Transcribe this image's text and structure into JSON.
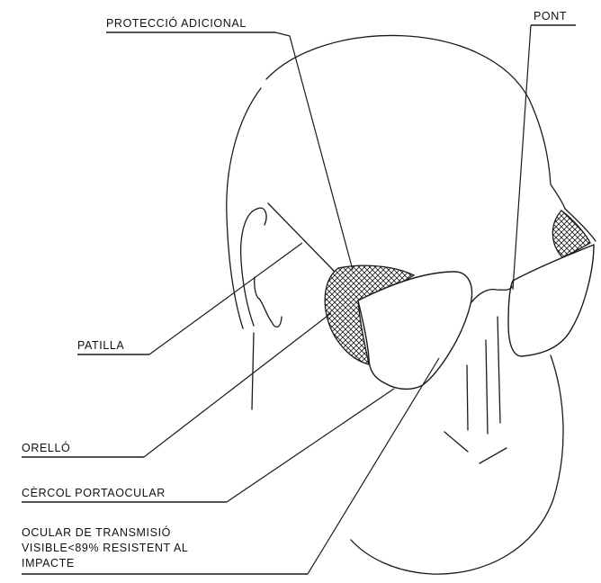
{
  "labels": {
    "proteccio": "PROTECCIÓ ADICIONAL",
    "pont": "PONT",
    "patilla": "PATILLA",
    "orello": "ORELLÓ",
    "cercol": "CÈRCOL PORTAOCULAR",
    "ocular": [
      "OCULAR DE TRANSMISIÓ",
      "VISIBLE<89% RESISTENT AL",
      "IMPACTE"
    ]
  },
  "colors": {
    "line": "#1a1a1a",
    "background": "#ffffff"
  }
}
